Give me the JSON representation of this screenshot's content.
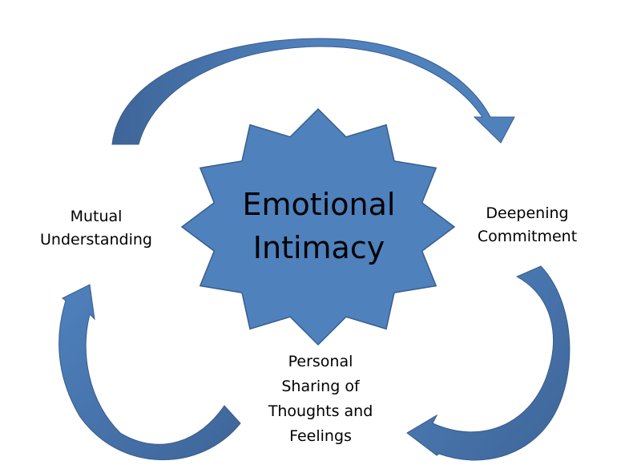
{
  "colors": {
    "shape_fill": "#4f81bd",
    "shape_dark": "#3e6598",
    "shape_stroke": "#385d8a",
    "text": "#000000"
  },
  "center": {
    "line1": "Emotional",
    "line2": "Intimacy"
  },
  "labels": {
    "left": {
      "line1": "Mutual",
      "line2": "Understanding"
    },
    "right": {
      "line1": "Deepening",
      "line2": "Commitment"
    },
    "bottom": {
      "line1": "Personal",
      "line2": "Sharing of",
      "line3": "Thoughts and",
      "line4": "Feelings"
    }
  }
}
